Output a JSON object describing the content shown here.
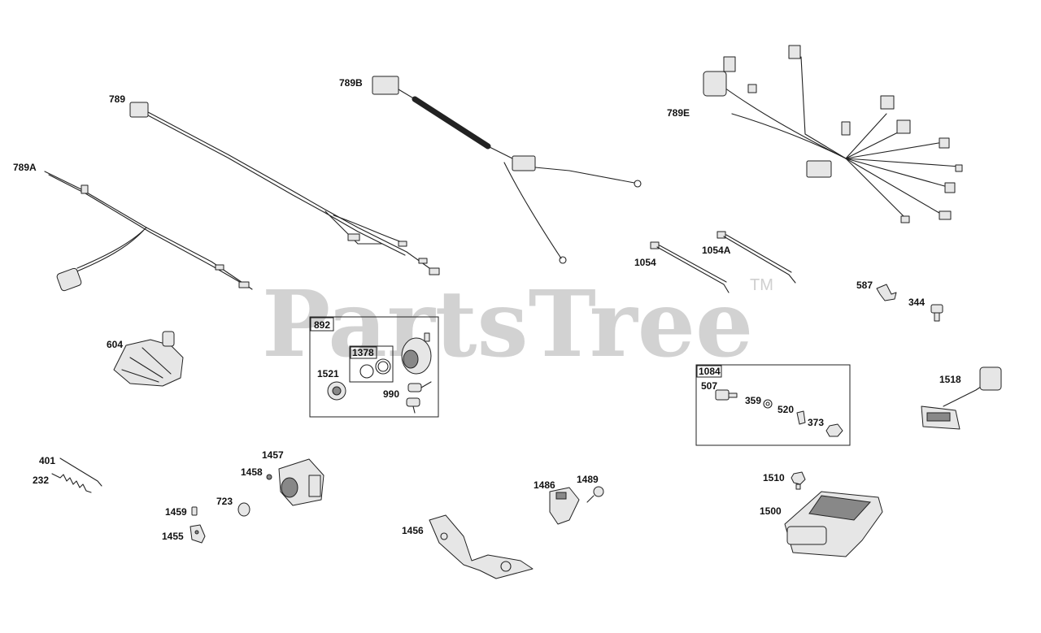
{
  "watermark": {
    "text": "PartsTree",
    "trademark": "TM"
  },
  "labels": {
    "l789": "789",
    "l789A": "789A",
    "l789B": "789B",
    "l789E": "789E",
    "l1054": "1054",
    "l1054A": "1054A",
    "l587": "587",
    "l344": "344",
    "l604": "604",
    "l892": "892",
    "l1378": "1378",
    "l1521": "1521",
    "l990": "990",
    "l1084": "1084",
    "l507": "507",
    "l359": "359",
    "l520": "520",
    "l373": "373",
    "l1518": "1518",
    "l401": "401",
    "l232": "232",
    "l1457": "1457",
    "l1458": "1458",
    "l723": "723",
    "l1459": "1459",
    "l1455": "1455",
    "l1456": "1456",
    "l1486": "1486",
    "l1489": "1489",
    "l1510": "1510",
    "l1500": "1500"
  }
}
